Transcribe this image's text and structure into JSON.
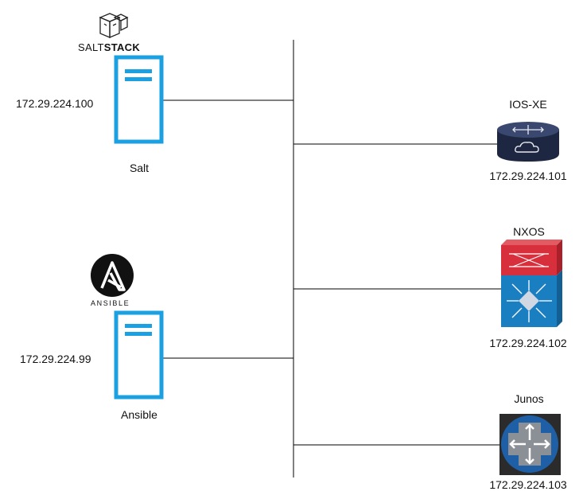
{
  "logos": {
    "saltstack_light": "SALT",
    "saltstack_bold": "STACK",
    "ansible": "ANSIBLE"
  },
  "servers": [
    {
      "name": "Salt",
      "ip": "172.29.224.100",
      "icon": "server-icon"
    },
    {
      "name": "Ansible",
      "ip": "172.29.224.99",
      "icon": "server-icon"
    }
  ],
  "devices": [
    {
      "name": "IOS-XE",
      "ip": "172.29.224.101",
      "icon": "cloud-router-icon"
    },
    {
      "name": "NXOS",
      "ip": "172.29.224.102",
      "icon": "nexus-switch-icon"
    },
    {
      "name": "Junos",
      "ip": "172.29.224.103",
      "icon": "juniper-router-icon"
    }
  ],
  "colors": {
    "server_blue": "#1ba1e2",
    "line": "#000000",
    "router_dark": "#2f3b5c",
    "nexus_red": "#d7303c",
    "nexus_blue": "#1a7fc1",
    "juniper_bg": "#2b2b2b",
    "juniper_circle": "#1f5fa5"
  }
}
